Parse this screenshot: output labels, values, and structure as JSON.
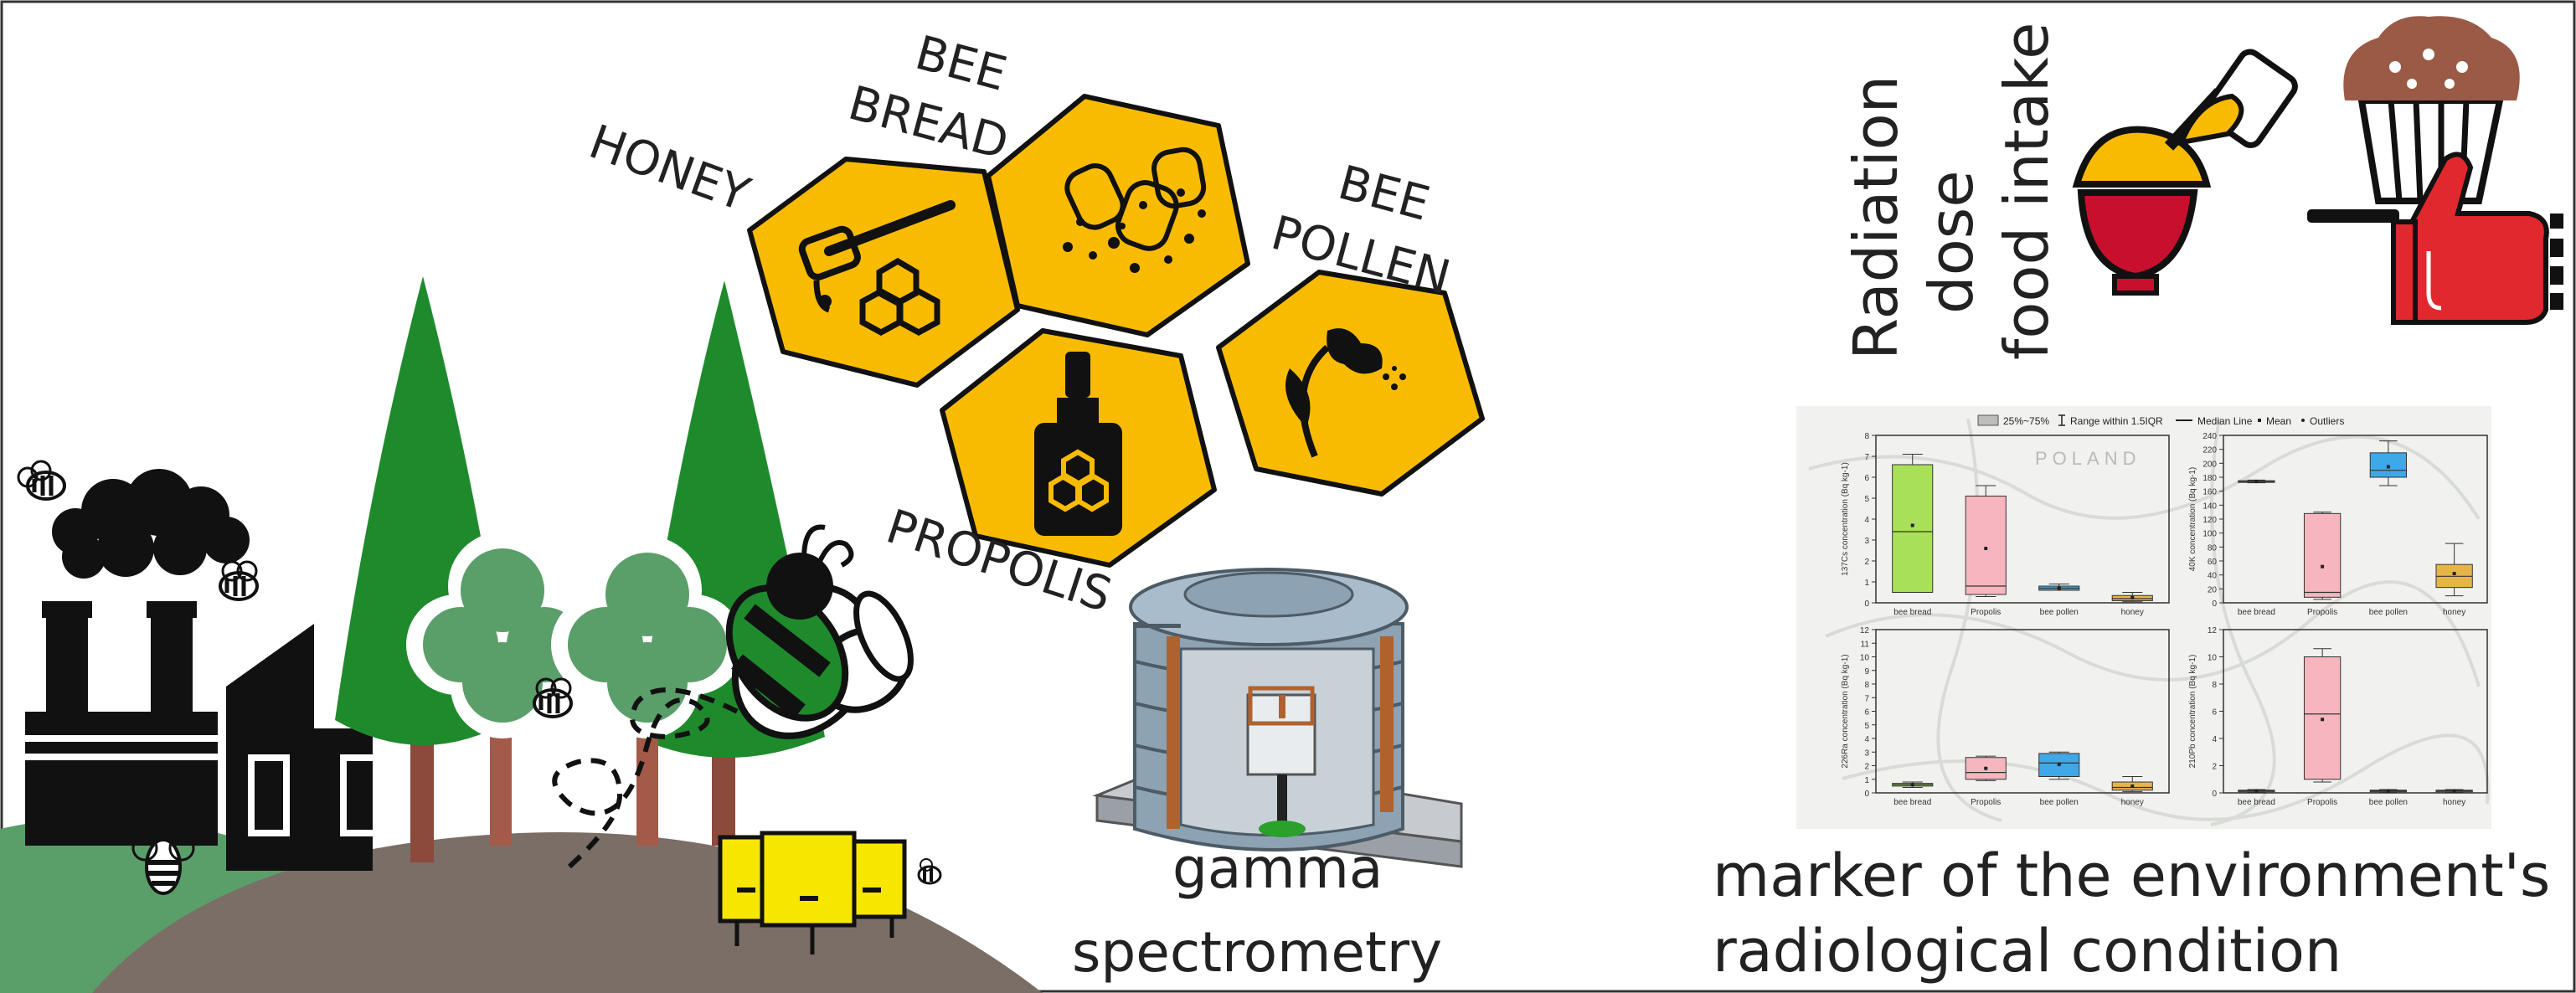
{
  "hex_labels": {
    "honey": "HONEY",
    "bee_bread_1": "BEE",
    "bee_bread_2": "BREAD",
    "bee_pollen_1": "BEE",
    "bee_pollen_2": "POLLEN",
    "propolis": "PROPOLIS"
  },
  "method_label_1": "gamma",
  "method_label_2": "spectrometry",
  "rotated_lines": [
    "Radiation",
    "dose",
    "food intake"
  ],
  "marker_line_1": "marker of the environment's",
  "marker_line_2": "radiological condition",
  "map_label": "POLAND",
  "colors": {
    "honeycomb": "#f9bb00",
    "tree_dark": "#1f8a2c",
    "tree_light": "#5a9e6a",
    "ground": "#7a6e67",
    "hive": "#f7e600",
    "bowl": "#c8102e",
    "thumb": "#e0282e",
    "muffin": "#9a5a46"
  },
  "legend": [
    "25%~75%",
    "Range within 1.5IQR",
    "Median Line",
    "Mean",
    "Outliers"
  ],
  "chart_data": [
    {
      "type": "box",
      "ylabel": "137Cs concentration (Bq kg-1)",
      "categories": [
        "bee bread",
        "Propolis",
        "bee pollen",
        "honey"
      ],
      "yticks": [
        "0",
        "1",
        "2",
        "3",
        "4",
        "5",
        "6",
        "7",
        "8"
      ],
      "ylim": [
        0,
        8
      ],
      "colors": [
        "#a8e05a",
        "#f7b6bf",
        "#3fa8e8",
        "#e6b54a"
      ],
      "boxes": [
        {
          "q1": 0.5,
          "median": 3.4,
          "q3": 6.6,
          "whisker_low": 0.5,
          "whisker_high": 7.1,
          "mean": 3.7
        },
        {
          "q1": 0.4,
          "median": 0.8,
          "q3": 5.1,
          "whisker_low": 0.3,
          "whisker_high": 5.6,
          "mean": 2.6
        },
        {
          "q1": 0.6,
          "median": 0.7,
          "q3": 0.8,
          "whisker_low": 0.6,
          "whisker_high": 0.9,
          "mean": 0.7
        },
        {
          "q1": 0.1,
          "median": 0.2,
          "q3": 0.35,
          "whisker_low": 0.05,
          "whisker_high": 0.5,
          "mean": 0.25
        }
      ]
    },
    {
      "type": "box",
      "ylabel": "40K concentration (Bq kg-1)",
      "categories": [
        "bee bread",
        "Propolis",
        "bee pollen",
        "honey"
      ],
      "yticks": [
        "0",
        "20",
        "40",
        "60",
        "80",
        "100",
        "120",
        "140",
        "160",
        "180",
        "200",
        "220",
        "240"
      ],
      "ylim": [
        0,
        240
      ],
      "colors": [
        "#a8e05a",
        "#f7b6bf",
        "#3fa8e8",
        "#e6b54a"
      ],
      "boxes": [
        {
          "q1": 173,
          "median": 174,
          "q3": 175,
          "whisker_low": 172,
          "whisker_high": 176,
          "mean": 174
        },
        {
          "q1": 8,
          "median": 15,
          "q3": 128,
          "whisker_low": 5,
          "whisker_high": 130,
          "mean": 52
        },
        {
          "q1": 180,
          "median": 190,
          "q3": 215,
          "whisker_low": 168,
          "whisker_high": 232,
          "mean": 195
        },
        {
          "q1": 22,
          "median": 38,
          "q3": 55,
          "whisker_low": 10,
          "whisker_high": 85,
          "mean": 42
        }
      ]
    },
    {
      "type": "box",
      "ylabel": "226Ra concentration (Bq kg-1)",
      "categories": [
        "bee bread",
        "Propolis",
        "bee pollen",
        "honey"
      ],
      "yticks": [
        "0",
        "1",
        "2",
        "3",
        "4",
        "5",
        "6",
        "7",
        "8",
        "9",
        "10",
        "11",
        "12"
      ],
      "ylim": [
        0,
        12
      ],
      "colors": [
        "#a8e05a",
        "#f7b6bf",
        "#3fa8e8",
        "#e6b54a"
      ],
      "boxes": [
        {
          "q1": 0.5,
          "median": 0.6,
          "q3": 0.7,
          "whisker_low": 0.4,
          "whisker_high": 0.8,
          "mean": 0.6
        },
        {
          "q1": 1.0,
          "median": 1.5,
          "q3": 2.6,
          "whisker_low": 0.9,
          "whisker_high": 2.7,
          "mean": 1.8
        },
        {
          "q1": 1.2,
          "median": 2.2,
          "q3": 2.9,
          "whisker_low": 1.0,
          "whisker_high": 3.0,
          "mean": 2.1
        },
        {
          "q1": 0.2,
          "median": 0.4,
          "q3": 0.8,
          "whisker_low": 0.1,
          "whisker_high": 1.2,
          "mean": 0.5
        }
      ]
    },
    {
      "type": "box",
      "ylabel": "210Pb concentration (Bq kg-1)",
      "categories": [
        "bee bread",
        "Propolis",
        "bee pollen",
        "honey"
      ],
      "yticks": [
        "0",
        "2",
        "4",
        "6",
        "8",
        "10",
        "12"
      ],
      "ylim": [
        0,
        12
      ],
      "colors": [
        "#a8e05a",
        "#f7b6bf",
        "#3fa8e8",
        "#e6b54a"
      ],
      "boxes": [
        {
          "q1": 0.1,
          "median": 0.15,
          "q3": 0.2,
          "whisker_low": 0.05,
          "whisker_high": 0.25,
          "mean": 0.15
        },
        {
          "q1": 1.0,
          "median": 5.8,
          "q3": 10.0,
          "whisker_low": 0.8,
          "whisker_high": 10.6,
          "mean": 5.4
        },
        {
          "q1": 0.1,
          "median": 0.15,
          "q3": 0.2,
          "whisker_low": 0.05,
          "whisker_high": 0.25,
          "mean": 0.15
        },
        {
          "q1": 0.1,
          "median": 0.15,
          "q3": 0.2,
          "whisker_low": 0.05,
          "whisker_high": 0.25,
          "mean": 0.15
        }
      ]
    }
  ]
}
